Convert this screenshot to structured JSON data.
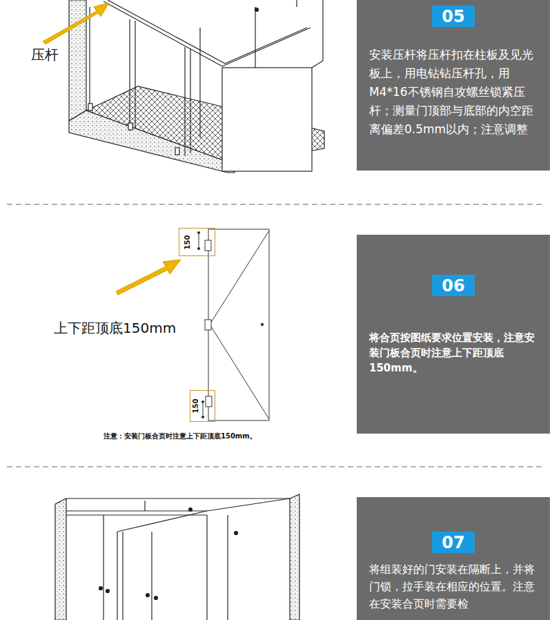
{
  "diagram": {
    "nodes": [
      {
        "text": [
          "安装压杆将压杆扣在柱板及见光板上，用电钻钻压杆孔，用M4*16不锈钢自攻螺丝锁紧压杆；测量门顶部与底部的内空距离偏差0.5mm以内；注意调整"
        ]
      },
      {
        "text": [
          "05"
        ],
        "in": 0
      },
      {
        "text": [
          "150"
        ]
      },
      {
        "text": [
          "150"
        ]
      },
      {
        "text": [
          "将合页按图纸要求位置安装，注意安装门板合页时注意上下距顶底150mm。"
        ]
      },
      {
        "text": [
          "06"
        ],
        "in": 4
      },
      {
        "text": [
          "将组装好的门安装在隔断上，并将门锁，拉手装在相应的位置。注意在安装合页时需要检"
        ]
      },
      {
        "text": [
          "07"
        ],
        "in": 6
      }
    ],
    "labels": [
      "压杆",
      "上下距顶底150mm",
      "注意：安装门板合页时注意上下距顶底150mm。"
    ]
  }
}
